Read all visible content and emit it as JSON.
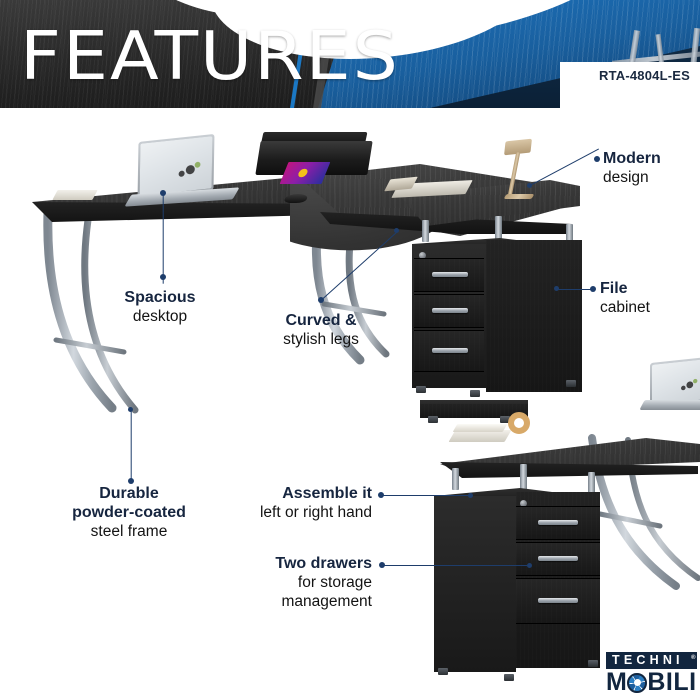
{
  "header": {
    "title": "FEATURES",
    "model": "RTA-4804L-ES",
    "accent_blue": "#1c6fb8",
    "dark_wood": "#2b2b2b"
  },
  "callouts": [
    {
      "id": "spacious-desktop",
      "line1": "Spacious",
      "line2": "desktop",
      "line3": ""
    },
    {
      "id": "curved-stylish-legs",
      "line1": "Curved &",
      "line2": "stylish legs",
      "line3": ""
    },
    {
      "id": "modern-design",
      "line1": "Modern",
      "line2": "design",
      "line3": ""
    },
    {
      "id": "file-cabinet",
      "line1": "File",
      "line2": "cabinet",
      "line3": ""
    },
    {
      "id": "durable-steel-frame",
      "line1": "Durable",
      "line2": "powder-coated",
      "line3": "steel frame"
    },
    {
      "id": "assemble-it",
      "line1": "Assemble it",
      "line2": "left or right hand",
      "line3": ""
    },
    {
      "id": "two-drawers",
      "line1": "Two drawers",
      "line2": "for storage",
      "line3": "management"
    }
  ],
  "brand": {
    "name_top": "TECHNI",
    "name_bottom_pre": "M",
    "name_bottom_post": "BILI",
    "registered": "®",
    "navy": "#12263f",
    "blue": "#2c7fc4"
  },
  "product": {
    "desk_color": "#2c2c2c",
    "frame_color": "#a9b1b9",
    "cabinet_color": "#161616",
    "accent_line": "#1e3d6b"
  }
}
